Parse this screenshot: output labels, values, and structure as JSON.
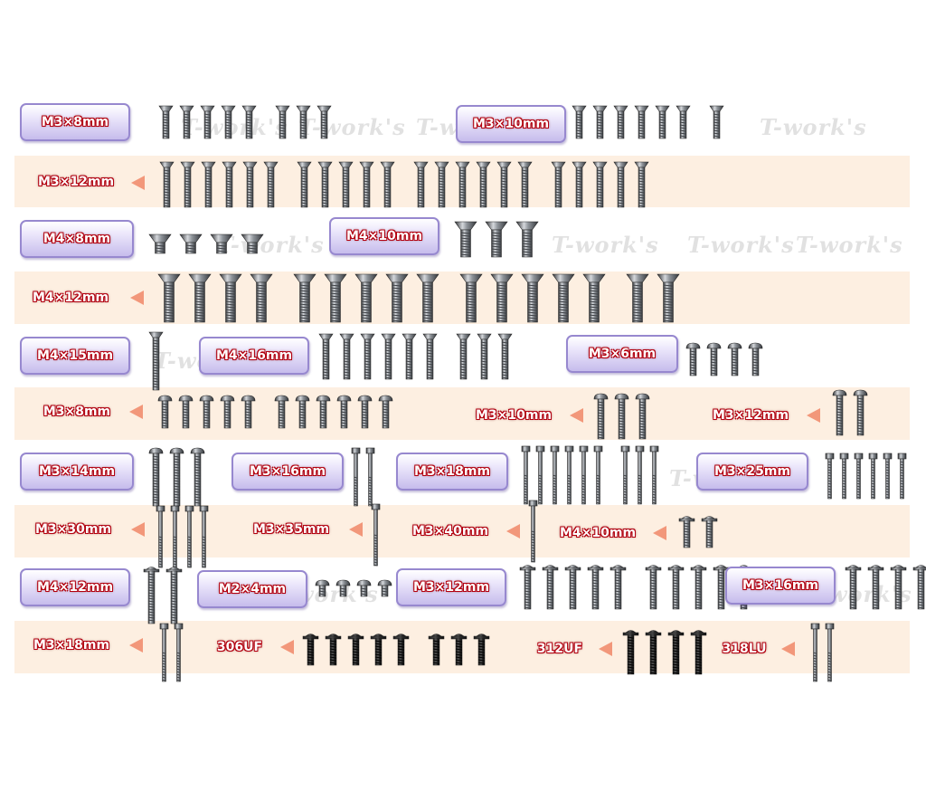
{
  "watermark": "T-work's",
  "colors": {
    "band": "#fdefe1",
    "label_outline": "#b3000f",
    "label_box": "#c6bcec",
    "arrow": "#f2977a",
    "metal": "#9aa0a7"
  },
  "rows": [
    {
      "band": false,
      "items": [
        {
          "label": "M3×8mm",
          "style": "box",
          "screws": {
            "type": "countersunk",
            "count": 8,
            "length": "short",
            "gap_after": 5
          }
        },
        {
          "label": "M3×10mm",
          "style": "box",
          "screws": {
            "type": "countersunk",
            "count": 7,
            "length": "short",
            "gap_after": 6
          }
        }
      ]
    },
    {
      "band": true,
      "items": [
        {
          "label": "M3×12mm",
          "style": "arrow",
          "screws": {
            "type": "countersunk",
            "count": 22,
            "length": "medium",
            "groups": [
              6,
              5,
              6,
              5
            ]
          }
        }
      ]
    },
    {
      "band": false,
      "items": [
        {
          "label": "M4×8mm",
          "style": "box",
          "screws": {
            "type": "countersunk_m4",
            "count": 4,
            "length": "tiny"
          }
        },
        {
          "label": "M4×10mm",
          "style": "box",
          "screws": {
            "type": "countersunk_m4",
            "count": 3,
            "length": "short"
          }
        }
      ]
    },
    {
      "band": true,
      "items": [
        {
          "label": "M4×12mm",
          "style": "arrow",
          "screws": {
            "type": "countersunk_m4",
            "count": 17,
            "length": "medium",
            "groups": [
              4,
              5,
              5,
              2
            ]
          }
        }
      ]
    },
    {
      "band": false,
      "items": [
        {
          "label": "M4×15mm",
          "style": "box",
          "screws": {
            "type": "countersunk",
            "count": 1,
            "length": "long"
          }
        },
        {
          "label": "M4×16mm",
          "style": "box",
          "screws": {
            "type": "countersunk",
            "count": 9,
            "length": "medium",
            "groups": [
              6,
              3
            ]
          }
        },
        {
          "label": "M3×6mm",
          "style": "box",
          "screws": {
            "type": "button",
            "count": 4,
            "length": "short"
          }
        }
      ]
    },
    {
      "band": true,
      "items": [
        {
          "label": "M3×8mm",
          "style": "arrow",
          "screws": {
            "type": "button",
            "count": 11,
            "length": "short",
            "groups": [
              5,
              6
            ]
          }
        },
        {
          "label": "M3×10mm",
          "style": "arrow",
          "screws": {
            "type": "button",
            "count": 3,
            "length": "medium"
          }
        },
        {
          "label": "M3×12mm",
          "style": "arrow",
          "screws": {
            "type": "button",
            "count": 2,
            "length": "medium"
          }
        }
      ]
    },
    {
      "band": false,
      "items": [
        {
          "label": "M3×14mm",
          "style": "box",
          "screws": {
            "type": "button",
            "count": 3,
            "length": "long"
          }
        },
        {
          "label": "M3×16mm",
          "style": "box",
          "screws": {
            "type": "thin",
            "count": 2,
            "length": "long"
          }
        },
        {
          "label": "M3×18mm",
          "style": "box",
          "screws": {
            "type": "thin",
            "count": 9,
            "length": "long",
            "groups": [
              6,
              3
            ]
          }
        },
        {
          "label": "M3×25mm",
          "style": "box",
          "screws": {
            "type": "thin",
            "count": 6,
            "length": "medium"
          }
        }
      ]
    },
    {
      "band": true,
      "items": [
        {
          "label": "M3×30mm",
          "style": "arrow",
          "screws": {
            "type": "thin",
            "count": 4,
            "length": "xlong"
          }
        },
        {
          "label": "M3×35mm",
          "style": "arrow",
          "screws": {
            "type": "thin",
            "count": 1,
            "length": "xlong"
          }
        },
        {
          "label": "M3×40mm",
          "style": "arrow",
          "screws": {
            "type": "thin",
            "count": 1,
            "length": "xlong"
          }
        },
        {
          "label": "M4×10mm",
          "style": "arrow",
          "screws": {
            "type": "flanged",
            "count": 2,
            "length": "short"
          }
        }
      ]
    },
    {
      "band": false,
      "items": [
        {
          "label": "M4×12mm",
          "style": "box",
          "screws": {
            "type": "flanged",
            "count": 2,
            "length": "long"
          }
        },
        {
          "label": "M2×4mm",
          "style": "box",
          "screws": {
            "type": "button",
            "count": 4,
            "length": "tiny"
          }
        },
        {
          "label": "M3×12mm",
          "style": "box",
          "screws": {
            "type": "flanged",
            "count": 10,
            "length": "medium",
            "groups": [
              5,
              5
            ]
          }
        },
        {
          "label": "M3×16mm",
          "style": "box",
          "screws": {
            "type": "flanged",
            "count": 4,
            "length": "medium"
          }
        }
      ]
    },
    {
      "band": true,
      "items": [
        {
          "label": "M3×18mm",
          "style": "arrow",
          "screws": {
            "type": "hex",
            "count": 2,
            "length": "long"
          }
        },
        {
          "label": "306UF",
          "style": "arrow",
          "screws": {
            "type": "flanged_dark",
            "count": 8,
            "length": "short",
            "groups": [
              5,
              3
            ]
          }
        },
        {
          "label": "312UF",
          "style": "arrow",
          "screws": {
            "type": "flanged_dark",
            "count": 4,
            "length": "medium"
          }
        },
        {
          "label": "318LU",
          "style": "arrow",
          "screws": {
            "type": "hex",
            "count": 2,
            "length": "long"
          }
        }
      ]
    }
  ]
}
